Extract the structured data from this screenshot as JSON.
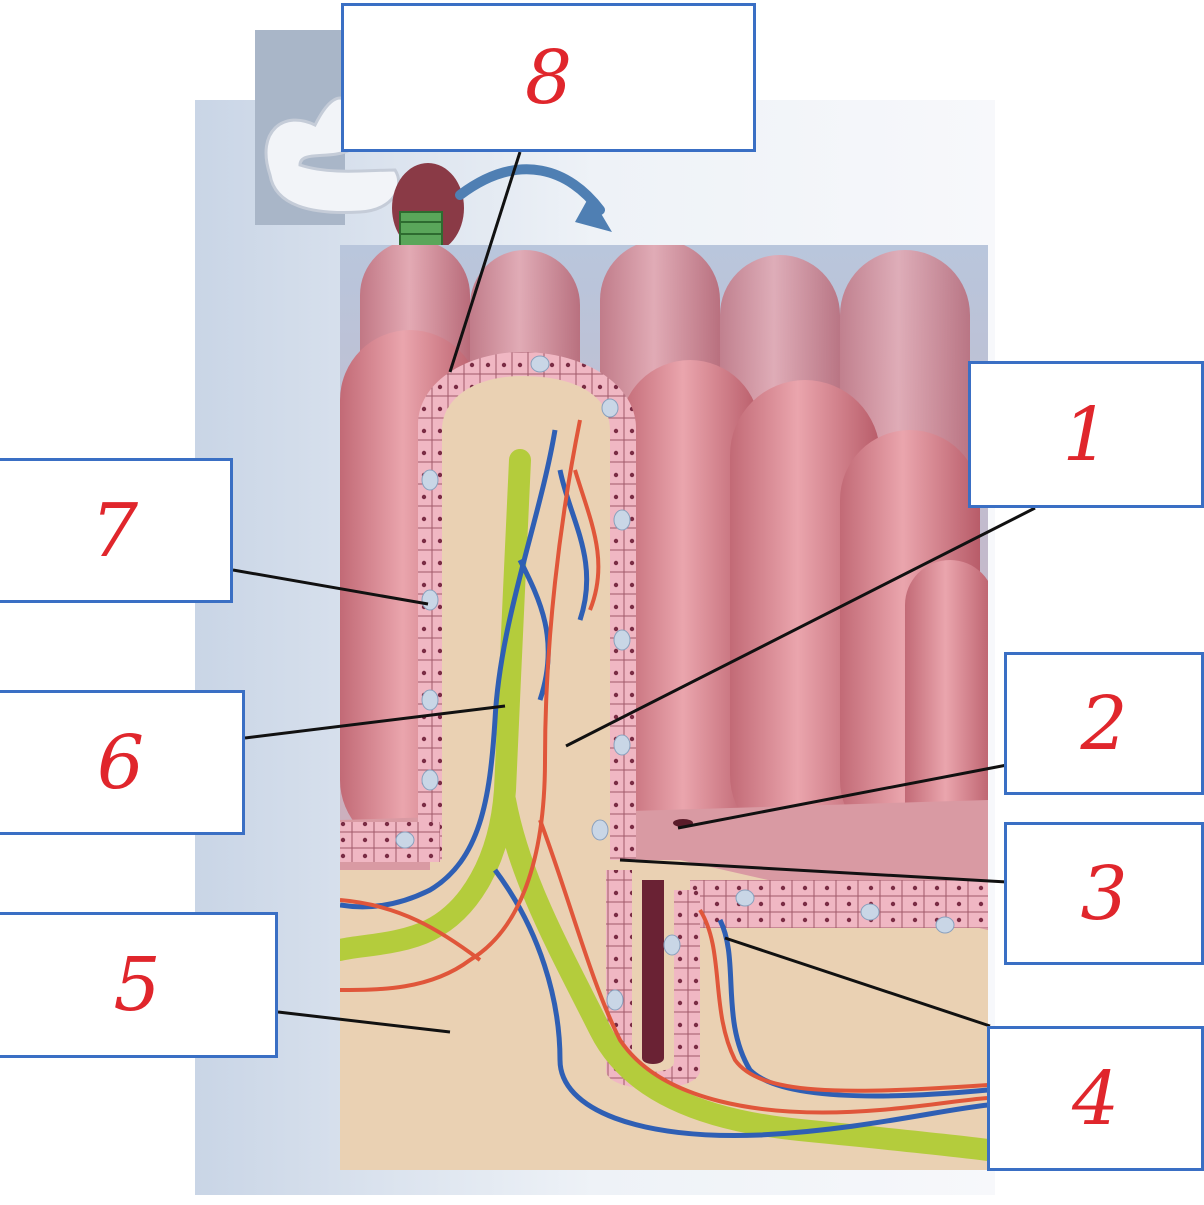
{
  "labels": [
    {
      "id": "8",
      "text": "8"
    },
    {
      "id": "1",
      "text": "1"
    },
    {
      "id": "7",
      "text": "7"
    },
    {
      "id": "2",
      "text": "2"
    },
    {
      "id": "6",
      "text": "6"
    },
    {
      "id": "3",
      "text": "3"
    },
    {
      "id": "5",
      "text": "5"
    },
    {
      "id": "4",
      "text": "4"
    }
  ],
  "colors": {
    "box_border": "#3a6fc4",
    "label_text": "#e0262c",
    "villus_pink": "#d98a93",
    "lamina_propria": "#ead1b3",
    "lacteal": "#b4cc3c",
    "vein": "#2f5fb4",
    "artery": "#e0563a",
    "background_panel": "#dfe6f0"
  }
}
